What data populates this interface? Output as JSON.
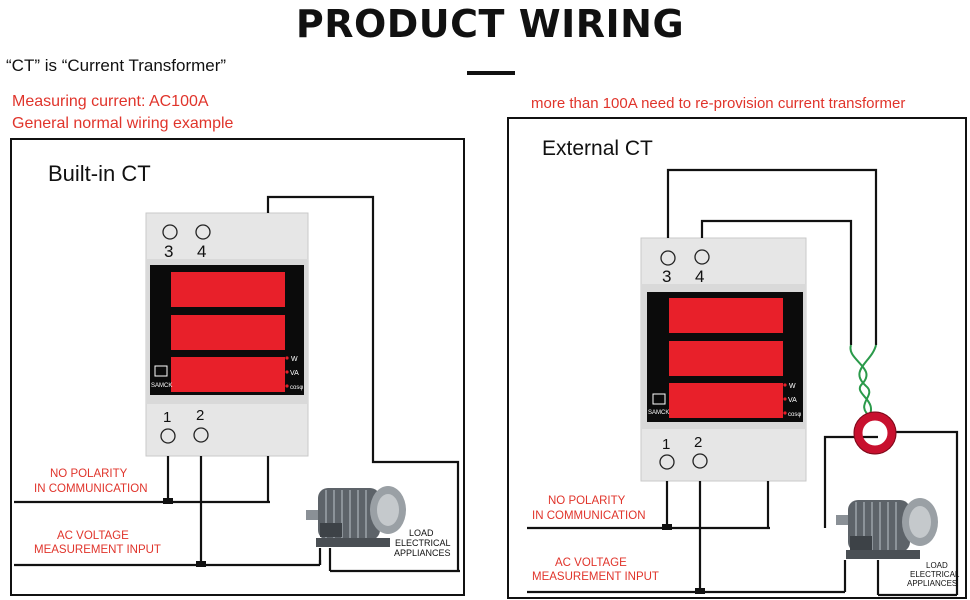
{
  "header": {
    "title": "PRODUCT WIRING",
    "ct_note": "“CT” is “Current Transformer”"
  },
  "left_panel": {
    "caption_line1": "Measuring current: AC100A",
    "caption_line2": "General normal wiring example",
    "panel_title": "Built-in CT",
    "terminal_top_a": "3",
    "terminal_top_b": "4",
    "terminal_bottom_a": "1",
    "terminal_bottom_b": "2",
    "brand": "SAMCK",
    "indicator_w": "W",
    "indicator_va": "VA",
    "indicator_cos": "cosφ",
    "label_polarity_1": "NO POLARITY",
    "label_polarity_2": "IN COMMUNICATION",
    "label_voltage_1": "AC VOLTAGE",
    "label_voltage_2": "MEASUREMENT INPUT",
    "load_1": "LOAD",
    "load_2": "ELECTRICAL",
    "load_3": "APPLIANCES"
  },
  "right_panel": {
    "caption": "more than 100A need to re-provision current transformer",
    "panel_title": "External CT",
    "terminal_top_a": "3",
    "terminal_top_b": "4",
    "terminal_bottom_a": "1",
    "terminal_bottom_b": "2",
    "brand": "SAMCK",
    "indicator_w": "W",
    "indicator_va": "VA",
    "indicator_cos": "cosφ",
    "label_polarity_1": "NO POLARITY",
    "label_polarity_2": "IN COMMUNICATION",
    "label_voltage_1": "AC VOLTAGE",
    "label_voltage_2": "MEASUREMENT INPUT",
    "load_1": "LOAD",
    "load_2": "ELECTRICAL",
    "load_3": "APPLIANCES"
  },
  "colors": {
    "caption_red": "#e0342b",
    "display_red": "#e8202a",
    "meter_body": "#e6e6e6",
    "ct_ring": "#c8102e",
    "ct_wire": "#2a9a4a"
  }
}
